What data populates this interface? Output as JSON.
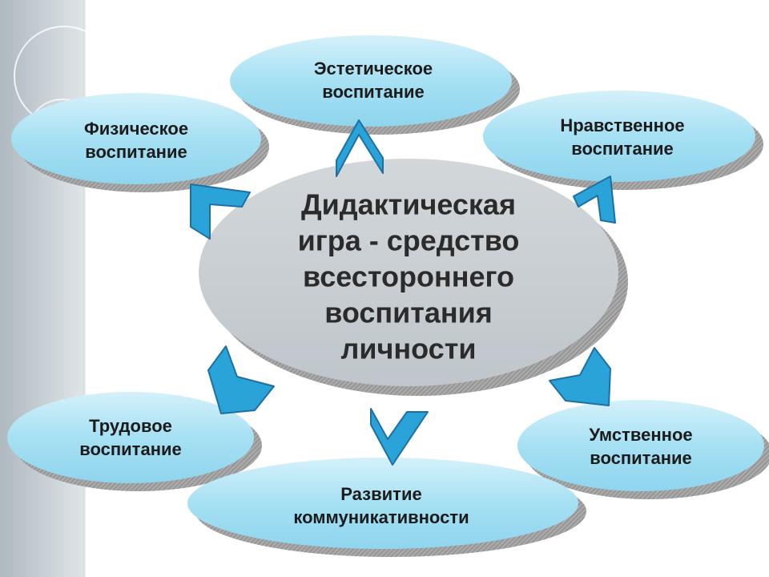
{
  "center": {
    "lines": [
      "Дидактическая",
      "игра - средство",
      "всестороннего",
      "воспитания",
      "личности"
    ]
  },
  "nodes": [
    {
      "id": "aesthetic",
      "lines": [
        "Эстетическое",
        "воспитание"
      ]
    },
    {
      "id": "physical",
      "lines": [
        "Физическое",
        "воспитание"
      ]
    },
    {
      "id": "moral",
      "lines": [
        "Нравственное",
        "воспитание"
      ]
    },
    {
      "id": "labor",
      "lines": [
        "Трудовое",
        "воспитание"
      ]
    },
    {
      "id": "mental",
      "lines": [
        "Умственное",
        "воспитание"
      ]
    },
    {
      "id": "communication",
      "lines": [
        "Развитие",
        "коммуникативности"
      ]
    }
  ],
  "colors": {
    "node_fill": "#a6e0f3",
    "center_fill": "#c9cfd3",
    "arrow_fill": "#2aa3d9",
    "arrow_stroke": "#1f6fa3"
  }
}
